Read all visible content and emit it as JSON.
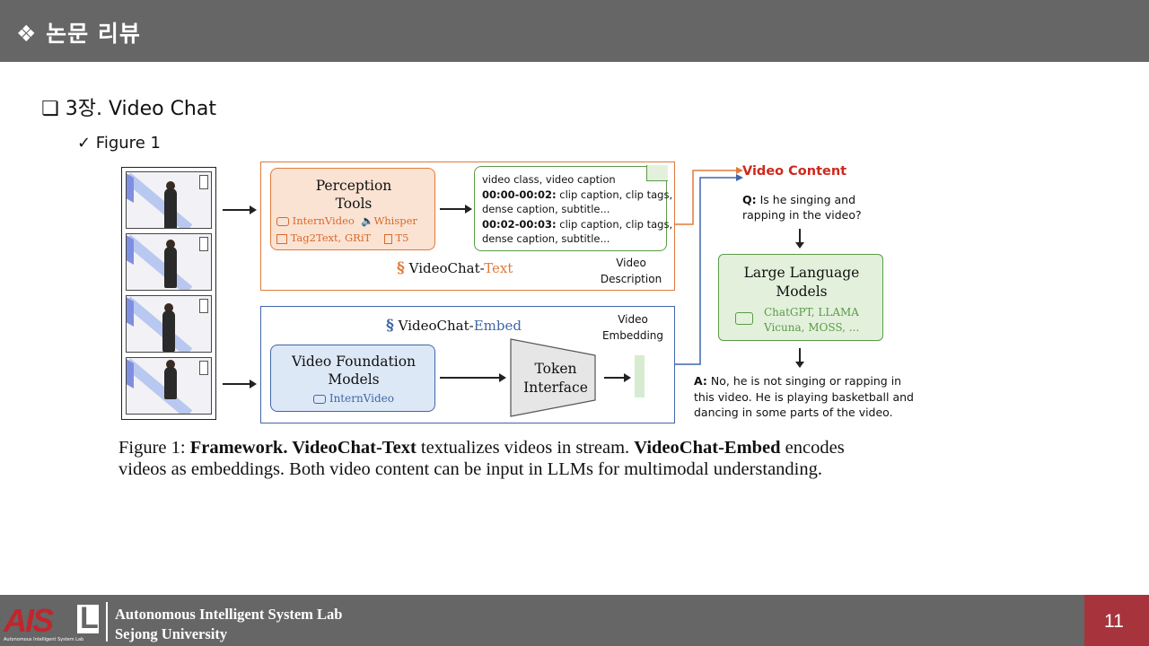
{
  "header": {
    "title": "❖ 논문 리뷰"
  },
  "section": {
    "label": "❏ 3장. Video Chat"
  },
  "subsection": {
    "label": "✓ Figure 1"
  },
  "figure": {
    "perception": {
      "title_line1": "Perception",
      "title_line2": "Tools",
      "tool_internvideo": "InternVideo",
      "tool_whisper": "Whisper",
      "tool_tag2text": "Tag2Text, GRiT",
      "tool_t5": "T5"
    },
    "description": {
      "line1": "video class, video caption",
      "line2_time": "00:00-00:02:",
      "line2_rest": " clip caption, clip tags,",
      "line3": "dense caption, subtitle...",
      "line4_time": "00:02-00:03:",
      "line4_rest": " clip caption, clip tags,",
      "line5": "dense caption, subtitle..."
    },
    "videochat_text": {
      "prefix": "VideoChat-",
      "suffix": "Text"
    },
    "video_description_label": {
      "line1": "Video",
      "line2": "Description"
    },
    "videochat_embed": {
      "prefix": "VideoChat-",
      "suffix": "Embed"
    },
    "video_embedding_label": {
      "line1": "Video",
      "line2": "Embedding"
    },
    "foundation": {
      "line1": "Video Foundation",
      "line2": "Models",
      "tool": "InternVideo"
    },
    "token_interface": {
      "line1": "Token",
      "line2": "Interface"
    },
    "video_content": "Video Content",
    "question": {
      "q": "Q:",
      "text_line1": " Is he singing and",
      "text_line2": "rapping in the video?"
    },
    "llm": {
      "line1": "Large Language",
      "line2": "Models",
      "models_line1": "ChatGPT, LLAMA",
      "models_line2": "Vicuna, MOSS, ..."
    },
    "answer": {
      "a": "A:",
      "line1": " No, he is not singing or rapping in",
      "line2": "this video. He is playing basketball and",
      "line3": "dancing in some parts of the video."
    },
    "colors": {
      "orange": "#e07a3c",
      "orange_fill": "#fbe3d3",
      "green": "#5a9a48",
      "green_fill": "#e3f1dc",
      "blue": "#3f66a8",
      "blue_fill": "#dde8f7",
      "red": "#cc2a1e"
    }
  },
  "caption": {
    "label": "Figure 1: ",
    "bold1": "Framework. VideoChat-Text",
    "text1": " textualizes videos in stream. ",
    "bold2": "VideoChat-Embed",
    "text2": " encodes",
    "line2": "videos as embeddings. Both video content can be input in LLMs for multimodal understanding."
  },
  "footer": {
    "logo_text": "AIS",
    "logo_l": "L",
    "logo_sub": "Autonomous Intelligent System Lab",
    "lab_line1": "Autonomous Intelligent System Lab",
    "lab_line2": "Sejong University",
    "page_number": "11"
  }
}
